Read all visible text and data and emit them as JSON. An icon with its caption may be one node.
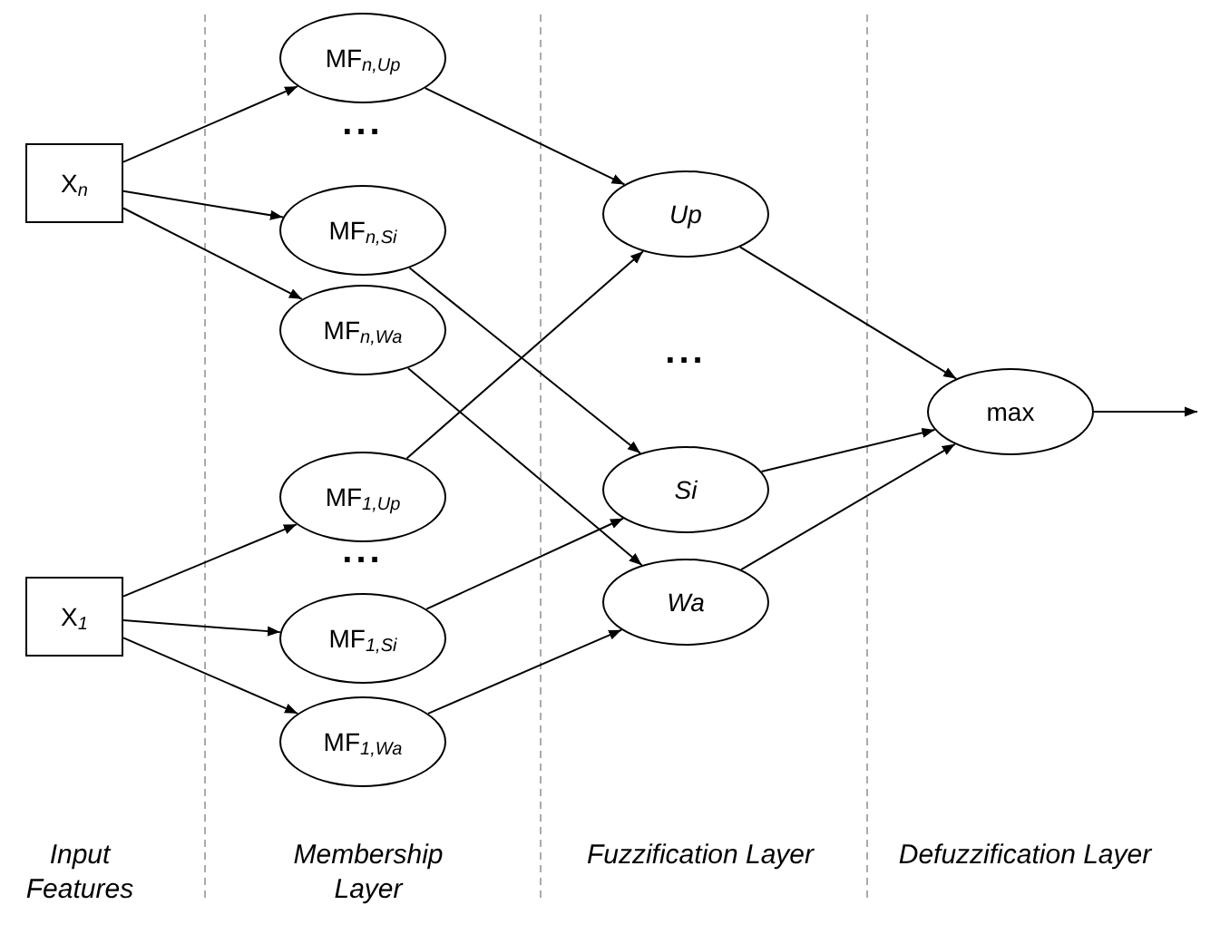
{
  "diagram": {
    "nodes": [
      {
        "text": [
          "X$_{n}$"
        ]
      },
      {
        "text": [
          "MF$_{n,Up}$"
        ]
      },
      {
        "text": [
          "MF$_{n,Si}$"
        ]
      },
      {
        "text": [
          "MF$_{n,Wa}$"
        ]
      },
      {
        "text": [
          "X$_{1}$"
        ]
      },
      {
        "text": [
          "MF$_{1,Up}$"
        ]
      },
      {
        "text": [
          "MF$_{1,Si}$"
        ]
      },
      {
        "text": [
          "MF$_{1,Wa}$"
        ]
      },
      {
        "text": [
          "Up"
        ]
      },
      {
        "text": [
          "Si"
        ]
      },
      {
        "text": [
          "Wa"
        ]
      },
      {
        "text": [
          "max"
        ]
      }
    ],
    "edges": [
      {
        "from": 0,
        "to": 1,
        "arrow": "to"
      },
      {
        "from": 0,
        "to": 2,
        "arrow": "to"
      },
      {
        "from": 0,
        "to": 3,
        "arrow": "to"
      },
      {
        "from": 4,
        "to": 5,
        "arrow": "to"
      },
      {
        "from": 4,
        "to": 6,
        "arrow": "to"
      },
      {
        "from": 4,
        "to": 7,
        "arrow": "to"
      },
      {
        "from": 1,
        "to": 8,
        "arrow": "to"
      },
      {
        "from": 5,
        "to": 8,
        "arrow": "to"
      },
      {
        "from": 2,
        "to": 9,
        "arrow": "to"
      },
      {
        "from": 6,
        "to": 9,
        "arrow": "to"
      },
      {
        "from": 3,
        "to": 10,
        "arrow": "to"
      },
      {
        "from": 7,
        "to": 10,
        "arrow": "to"
      },
      {
        "from": 8,
        "to": 11,
        "arrow": "to"
      },
      {
        "from": 9,
        "to": 11,
        "arrow": "to"
      },
      {
        "from": 10,
        "to": 11,
        "arrow": "to"
      },
      {
        "from": 11,
        "to": null,
        "arrow": "to"
      }
    ],
    "labels": [
      "...",
      "...",
      "...",
      "Input Features",
      "Membership Layer",
      "Fuzzification Layer",
      "Defuzzification Layer"
    ]
  }
}
